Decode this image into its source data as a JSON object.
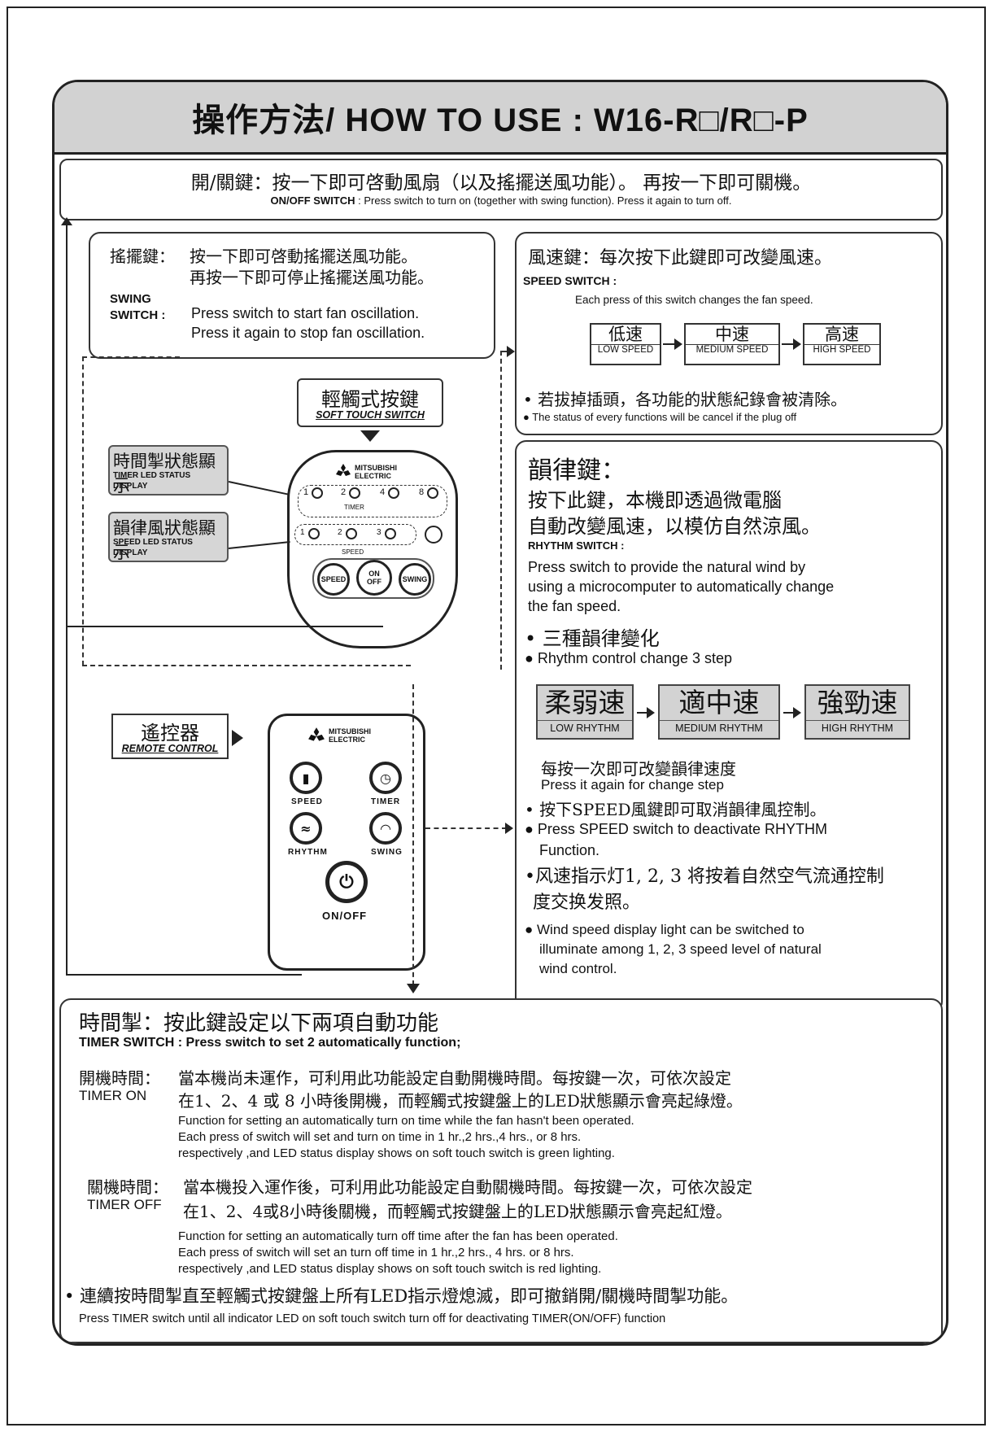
{
  "title": "操作方法/ HOW TO USE : W16-R□/R□-P",
  "onoff": {
    "cjk": "開/關鍵：按一下即可啓動風扇（以及搖擺送風功能）。 再按一下即可關機。",
    "en_label": "ON/OFF SWITCH",
    "en": ": Press switch to turn on (together with swing function). Press it again to turn off."
  },
  "swing": {
    "cjk_label": "搖擺鍵：",
    "cjk_line1": "按一下即可啓動搖擺送風功能。",
    "cjk_line2": "再按一下即可停止搖擺送風功能。",
    "en_label1": "SWING",
    "en_label2": "SWITCH :",
    "en_line1": "Press switch to start fan oscillation.",
    "en_line2": "Press it again to stop fan oscillation."
  },
  "speed": {
    "cjk": "風速鍵：每次按下此鍵即可改變風速。",
    "en_label": "SPEED SWITCH   :",
    "en": "Each press of this switch changes the fan speed.",
    "steps": [
      {
        "cjk": "低速",
        "en": "LOW SPEED"
      },
      {
        "cjk": "中速",
        "en": "MEDIUM SPEED"
      },
      {
        "cjk": "高速",
        "en": "HIGH SPEED"
      }
    ],
    "note_cjk": "• 若拔掉插頭，各功能的狀態紀錄會被清除。",
    "note_en": "● The status of every functions will be cancel if the plug off"
  },
  "soft_touch": {
    "cjk": "輕觸式按鍵",
    "en": "SOFT TOUCH SWITCH"
  },
  "timer_led": {
    "cjk": "時間掣狀態顯示",
    "en1": "TIMER LED STATUS",
    "en2": "DISPLAY"
  },
  "speed_led": {
    "cjk": "韻律風狀態顯示",
    "en1": "SPEED LED STATUS",
    "en2": "DISPLAY"
  },
  "panel": {
    "brand": "MITSUBISHI ELECTRIC",
    "timer_leds": [
      "1",
      "2",
      "4",
      "8"
    ],
    "timer_text": "TIMER",
    "speed_leds": [
      "1",
      "2",
      "3"
    ],
    "speed_text": "SPEED",
    "btn_speed": "SPEED",
    "btn_on": "ON",
    "btn_off": "OFF",
    "btn_swing": "SWING"
  },
  "remote": {
    "cjk": "遙控器",
    "en": "REMOTE CONTROL",
    "brand": "MITSUBISHI ELECTRIC",
    "labels": {
      "speed": "SPEED",
      "timer": "TIMER",
      "rhythm": "RHYTHM",
      "swing": "SWING",
      "onoff": "ON/OFF"
    }
  },
  "rhythm": {
    "title": "韻律鍵：",
    "cjk1": "按下此鍵，本機即透過微電腦",
    "cjk2": "自動改變風速，以模仿自然涼風。",
    "en_label": "RHYTHM SWITCH :",
    "en1": "Press switch to provide the natural wind by",
    "en2": "using a microcomputer to automatically change",
    "en3": "the fan speed.",
    "b1_cjk": "• 三種韻律變化",
    "b1_en": "● Rhythm  control  change 3 step",
    "steps": [
      {
        "cjk": "柔弱速",
        "en": "LOW RHYTHM"
      },
      {
        "cjk": "適中速",
        "en": "MEDIUM RHYTHM"
      },
      {
        "cjk": "強勁速",
        "en": "HIGH RHYTHM"
      }
    ],
    "again_cjk": "每按一次即可改變韻律速度",
    "again_en": "Press it again for change step",
    "b2_cjk": "• 按下SPEED風鍵即可取消韻律風控制。",
    "b2_en1": "● Press SPEED switch to deactivate RHYTHM",
    "b2_en2": "Function.",
    "b3_cjk1": "•风速指示灯1, 2, 3 将按着自然空气流通控制",
    "b3_cjk2": "度交换发照。",
    "b3_en1": "● Wind speed display light can be switched to",
    "b3_en2": "illuminate among 1, 2, 3 speed level of natural",
    "b3_en3": "wind control."
  },
  "timer": {
    "title_cjk": "時間掣：按此鍵設定以下兩項自動功能",
    "title_en": "TIMER SWITCH  :  Press switch to set  2 automatically function;",
    "on_label_cjk": "開機時間：",
    "on_label_en": "TIMER ON",
    "on_cjk1": "當本機尚未運作，可利用此功能設定自動開機時間。每按鍵一次，可依次設定",
    "on_cjk2": "在1、2、4 或 8 小時後開機，而輕觸式按鍵盤上的LED狀態顯示會亮起綠燈。",
    "on_en1": "Function for setting an automatically turn on time while the fan hasn't been operated.",
    "on_en2": "Each press of switch will set and turn on time in 1 hr.,2 hrs.,4 hrs., or 8 hrs.",
    "on_en3": "respectively ,and LED status display shows on soft touch switch is green lighting.",
    "off_label_cjk": "關機時間：",
    "off_label_en": "TIMER OFF",
    "off_cjk1": "當本機投入運作後，可利用此功能設定自動關機時間。每按鍵一次，可依次設定",
    "off_cjk2": "在1、2、4或8小時後關機，而輕觸式按鍵盤上的LED狀態顯示會亮起紅燈。",
    "off_en1": "Function for setting an automatically turn off time after the fan has been operated.",
    "off_en2": "Each press of switch will set an turn off time in 1 hr.,2 hrs., 4 hrs. or 8 hrs.",
    "off_en3": "respectively ,and LED status display shows on soft touch switch is red  lighting.",
    "final_cjk": "• 連續按時間掣直至輕觸式按鍵盤上所有LED指示燈熄滅，即可撤銷開/關機時間掣功能。",
    "final_en": "Press TIMER switch until all indicator LED on soft touch switch turn off for deactivating TIMER(ON/OFF) function"
  }
}
